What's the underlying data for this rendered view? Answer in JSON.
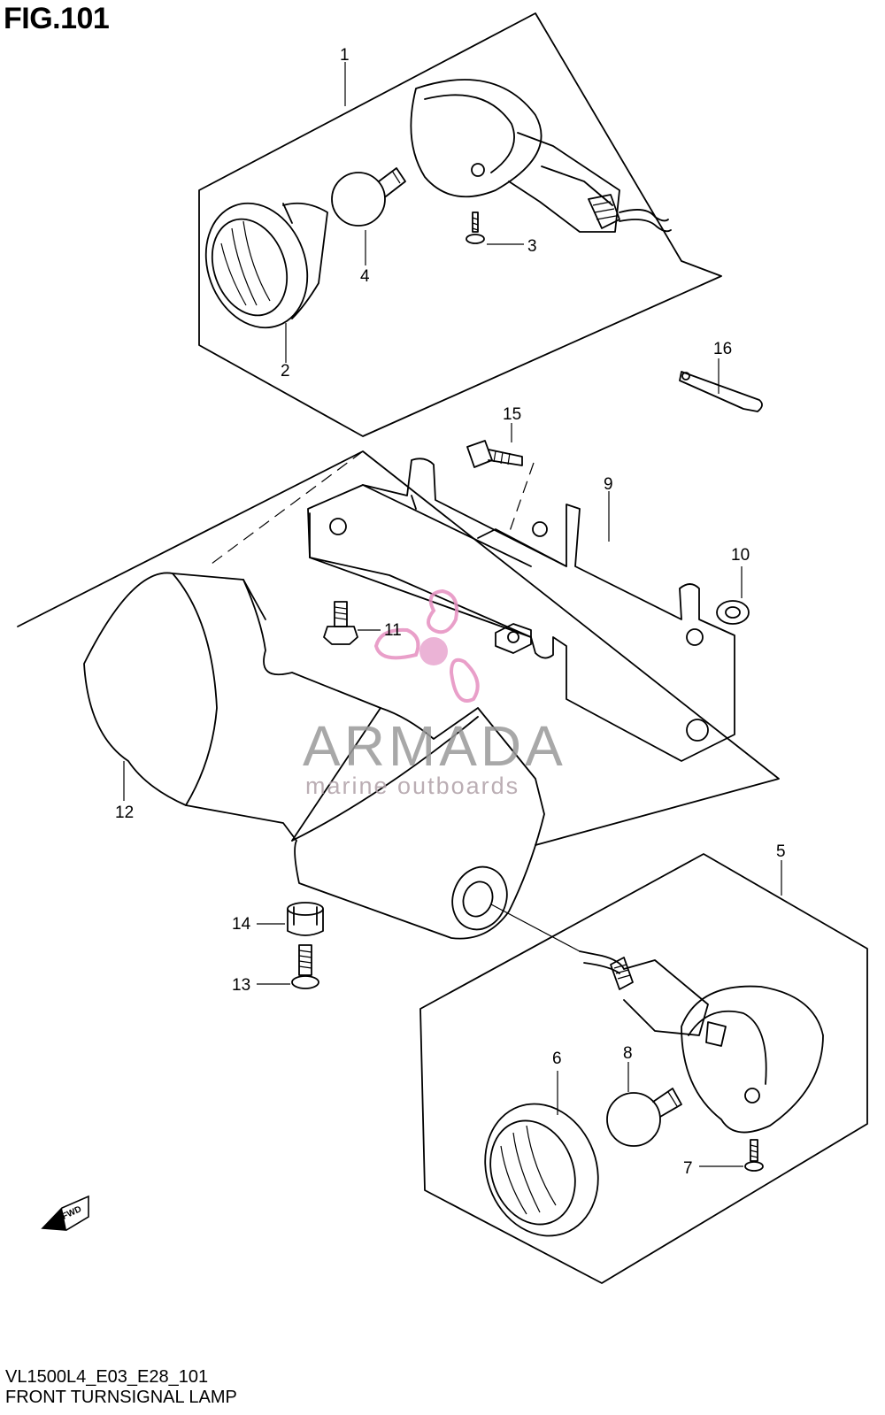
{
  "figure": {
    "title": "FIG.101"
  },
  "callouts": [
    "1",
    "2",
    "3",
    "4",
    "5",
    "6",
    "7",
    "8",
    "9",
    "10",
    "11",
    "12",
    "13",
    "14",
    "15",
    "16"
  ],
  "fwd_badge": {
    "label": "FWD"
  },
  "watermark": {
    "brand": "ARMADA",
    "tagline": "marine outboards",
    "color": "#e68fc0"
  },
  "footer": {
    "code": "VL1500L4_E03_E28_101",
    "name": "FRONT TURNSIGNAL LAMP"
  }
}
